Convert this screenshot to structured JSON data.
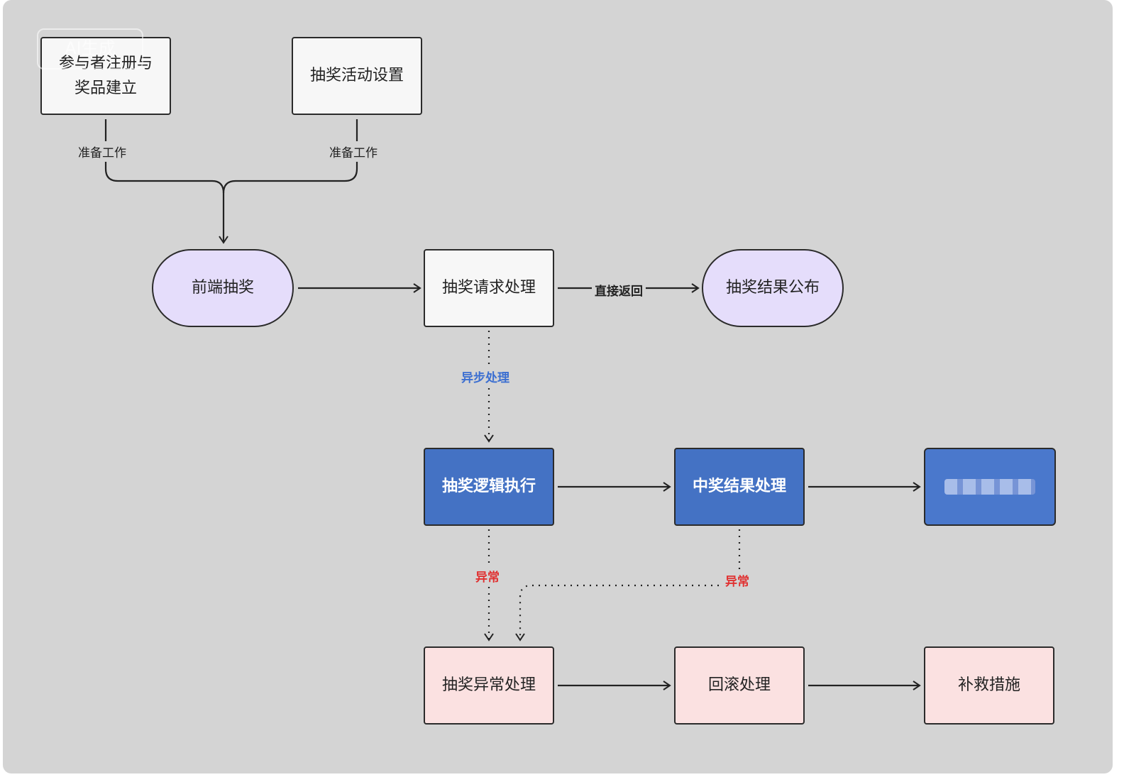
{
  "watermark": "AI生成",
  "nodes": {
    "register": "参与者注册与\n奖品建立",
    "setup": "抽奖活动设置",
    "frontend": "前端抽奖",
    "request": "抽奖请求处理",
    "publish": "抽奖结果公布",
    "logic": "抽奖逻辑执行",
    "win": "中奖结果处理",
    "redacted": "",
    "exception": "抽奖异常处理",
    "rollback": "回滚处理",
    "remedy": "补救措施"
  },
  "edge_labels": {
    "prep_left": "准备工作",
    "prep_right": "准备工作",
    "direct_return": "直接返回",
    "async": "异步处理",
    "error_left": "异常",
    "error_right": "异常"
  },
  "colors": {
    "background": "#d4d4d4",
    "pill": "#e5ddfb",
    "blue": "#4472c4",
    "pink": "#fbe1e1",
    "async_label": "#3c6fd1",
    "error_label": "#e03131"
  }
}
